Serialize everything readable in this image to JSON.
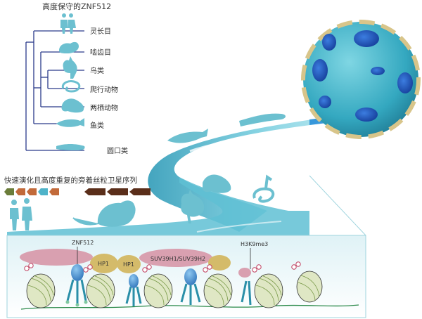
{
  "tree": {
    "title": "高度保守的ZNF512",
    "taxa": [
      "灵长目",
      "啮齿目",
      "鸟类",
      "爬行动物",
      "两栖动物",
      "鱼类",
      "圆口类"
    ]
  },
  "satellite": {
    "title": "快速演化且高度重复的旁着丝粒卫星序列"
  },
  "proteins": {
    "znf512": "ZNF512",
    "hp1_a": "HP1",
    "hp1_b": "HP1",
    "suv39": "SUV39H1/SUV39H2",
    "h3k9me3": "H3K9me3"
  },
  "colors": {
    "river": "#4fb3c9",
    "river_dark": "#2a8fa8",
    "nucleus": "#3fb0c4",
    "chromocenter": "#1d4fb0",
    "lamina": "#d8c58a",
    "silhouette": "#6cc0d0",
    "pink_protein": "#d9a0b0",
    "gold_protein": "#d4bb6a",
    "znf_blue": "#3b8fd0",
    "nucleosome": "#dfe7c4",
    "arrow_brown": "#5a2e1a",
    "arrow_green": "#6b7d3a",
    "arrow_orange": "#c26a3a",
    "arrow_cyan": "#4fb3c9"
  }
}
